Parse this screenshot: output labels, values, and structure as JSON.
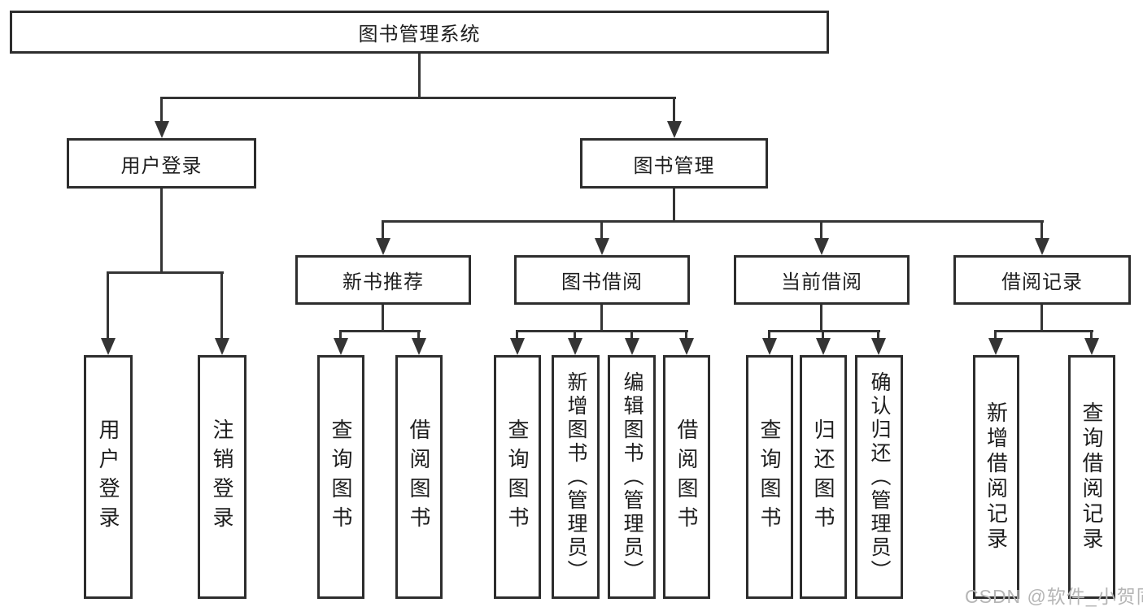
{
  "nodes": {
    "root": {
      "label": "图书管理系统"
    },
    "user_login": {
      "label": "用户登录"
    },
    "book_mgmt": {
      "label": "图书管理"
    },
    "new_book": {
      "label": "新书推荐"
    },
    "book_borrow": {
      "label": "图书借阅"
    },
    "current_borrow": {
      "label": "当前借阅"
    },
    "borrow_record": {
      "label": "借阅记录"
    },
    "leaf_user_login": {
      "label": "用户登录"
    },
    "leaf_logout": {
      "label": "注销登录"
    },
    "leaf_nb_query": {
      "label": "查询图书"
    },
    "leaf_nb_borrow": {
      "label": "借阅图书"
    },
    "leaf_bb_query": {
      "label": "查询图书"
    },
    "leaf_bb_add": {
      "label": "新增图书（管理员）"
    },
    "leaf_bb_edit": {
      "label": "编辑图书（管理员）"
    },
    "leaf_bb_borrow": {
      "label": "借阅图书"
    },
    "leaf_cb_query": {
      "label": "查询图书"
    },
    "leaf_cb_return": {
      "label": "归还图书"
    },
    "leaf_cb_confirm": {
      "label": "确认归还（管理员）"
    },
    "leaf_br_add": {
      "label": "新增借阅记录"
    },
    "leaf_br_query": {
      "label": "查询借阅记录"
    }
  },
  "watermark": {
    "text": "CSDN @软件_小贺同学"
  },
  "colors": {
    "line": "#343434",
    "box_border": "#2d2d2d",
    "text": "#1e1e1e",
    "watermark": "#b5b5b5",
    "background": "#ffffff"
  }
}
